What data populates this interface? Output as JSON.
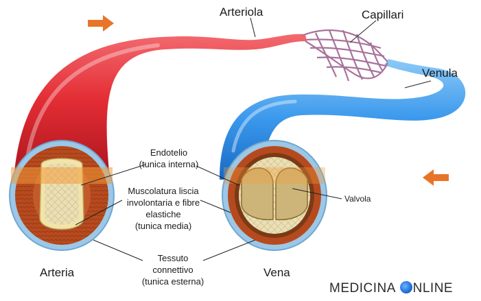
{
  "labels": {
    "arteriola": "Arteriola",
    "capillari": "Capillari",
    "venula": "Venula",
    "arteria": "Arteria",
    "vena": "Vena",
    "endotelio_1": "Endotelio",
    "endotelio_2": "(tunica interna)",
    "muscolatura_1": "Muscolatura liscia",
    "muscolatura_2": "involontaria e fibre",
    "muscolatura_3": "elastiche",
    "muscolatura_4": "(tunica media)",
    "tessuto_1": "Tessuto",
    "tessuto_2": "connettivo",
    "tessuto_3": "(tunica esterna)",
    "valvola": "Valvola"
  },
  "brand": {
    "left": "MEDICINA",
    "right": "NLINE"
  },
  "colors": {
    "artery": "#e8323a",
    "artery_dark": "#b71c24",
    "vein": "#2f8fe8",
    "vein_light": "#8cc6f5",
    "capillary": "#a8729a",
    "arrow": "#e8742a",
    "media_layer": "#b5461d",
    "endothelium": "#f2e3a8"
  }
}
